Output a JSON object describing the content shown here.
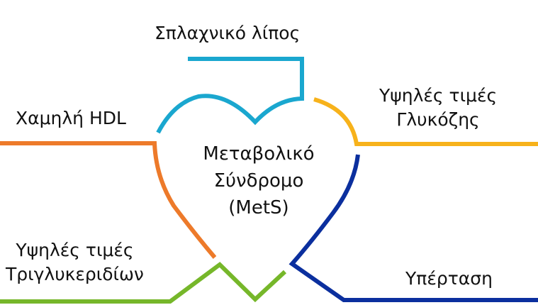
{
  "center": {
    "line1": "Μεταβολικό",
    "line2": "Σύνδρομο",
    "line3": "(MetS)"
  },
  "factors": {
    "visceral_fat": {
      "label": "Σπλαχνικό λίπος",
      "color": "#1aa7cf"
    },
    "glucose": {
      "line1": "Υψηλές τιμές",
      "line2": "Γλυκόζης",
      "color": "#f7b21b"
    },
    "hdl": {
      "label": "Χαμηλή HDL",
      "color": "#ed7a2a"
    },
    "hypertension": {
      "label": "Υπέρταση",
      "color": "#0b2f9e"
    },
    "triglycerides": {
      "line1": "Υψηλές τιμές",
      "line2": "Τριγλυκεριδίων",
      "color": "#76b72a"
    }
  }
}
